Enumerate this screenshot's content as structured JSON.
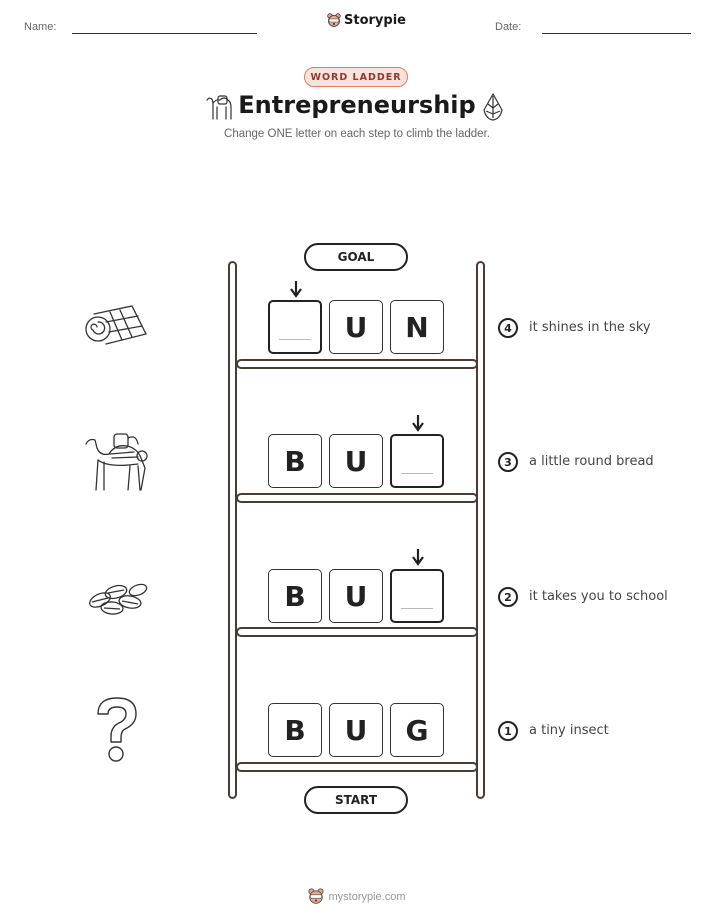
{
  "header": {
    "name_label": "Name:",
    "date_label": "Date:",
    "logo_text": "Storypie",
    "logo_icon": "bear-icon"
  },
  "badge": "WORD LADDER",
  "title": "Entrepreneurship",
  "subtitle": "Change ONE letter on each step to climb the ladder.",
  "goal_label": "GOAL",
  "start_label": "START",
  "steps": [
    {
      "number": "4",
      "clue": "it shines in the sky",
      "letters": [
        "",
        "U",
        "N"
      ],
      "picture": "rug-roll-icon"
    },
    {
      "number": "3",
      "clue": "a little round bread",
      "letters": [
        "B",
        "U",
        ""
      ],
      "picture": "camel-icon"
    },
    {
      "number": "2",
      "clue": "it takes you to school",
      "letters": [
        "B",
        "U",
        ""
      ],
      "picture": "seeds-icon"
    },
    {
      "number": "1",
      "clue": "a tiny insect",
      "letters": [
        "B",
        "U",
        "G"
      ],
      "picture": "question-mark-icon"
    }
  ],
  "footer": "mystorypie.com",
  "colors": {
    "badge_border": "#e07b6a",
    "badge_fill": "#fbe3dc",
    "ladder": "#4a3b35"
  }
}
